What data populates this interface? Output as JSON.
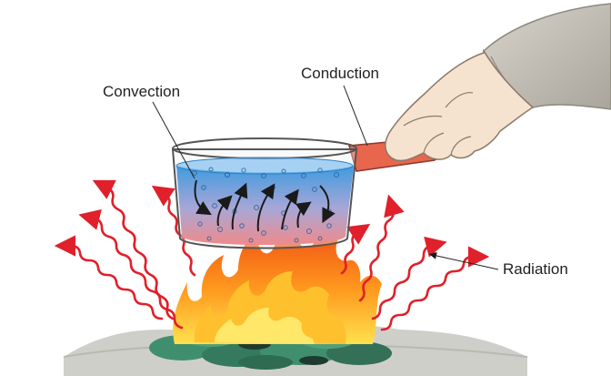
{
  "labels": {
    "convection": "Convection",
    "conduction": "Conduction",
    "radiation": "Radiation"
  },
  "colors": {
    "water_top": "#3f9be0",
    "water_bottom": "#f08a8a",
    "flame_outer": "#f25c1c",
    "flame_inner": "#ffd23a",
    "radiation_wave": "#e0202a",
    "handle": "#e8654e",
    "ground": "#c9c9c4",
    "coals": "#3f8f6e",
    "sleeve": "#c8c4ba",
    "hand": "#f5e3cf",
    "arrow": "#1a1a1a"
  },
  "icons": {
    "pot": "saucepan",
    "fire": "flame",
    "hand": "hand-holding-handle"
  }
}
